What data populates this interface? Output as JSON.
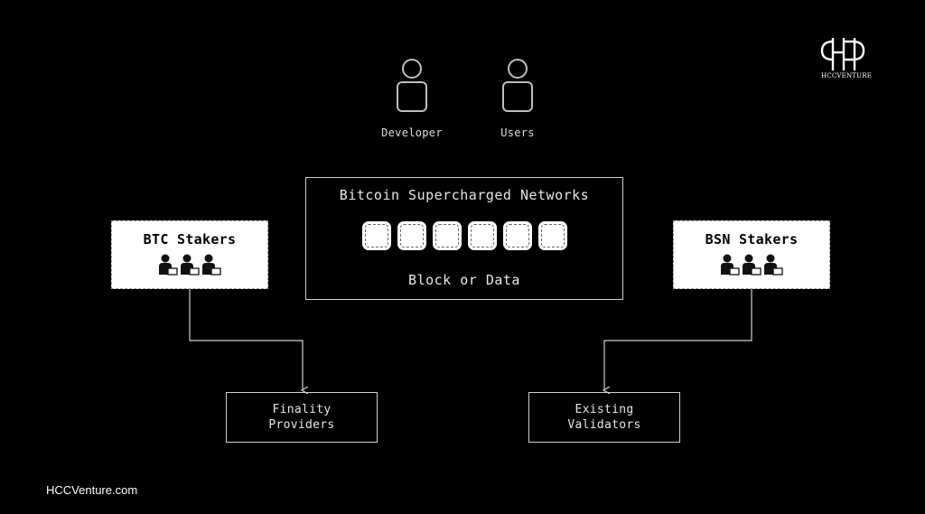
{
  "actors": [
    {
      "label": "Developer",
      "icon": "person-icon"
    },
    {
      "label": "Users",
      "icon": "person-icon"
    }
  ],
  "network": {
    "title": "Bitcoin Supercharged Networks",
    "subtitle": "Block or Data",
    "block_count": 6,
    "block_icon": "block-icon"
  },
  "stakers": [
    {
      "label": "BTC Stakers",
      "icon": "staker-group-icon"
    },
    {
      "label": "BSN Stakers",
      "icon": "staker-group-icon"
    }
  ],
  "outputs": [
    {
      "label": "Finality\nProviders"
    },
    {
      "label": "Existing\nValidators"
    }
  ],
  "logo": {
    "text": "HCCVENTURE"
  },
  "footer": {
    "text": "HCCVenture.com"
  },
  "colors": {
    "background": "#000000",
    "foreground": "#ffffff",
    "line": "#cfcfcf"
  }
}
